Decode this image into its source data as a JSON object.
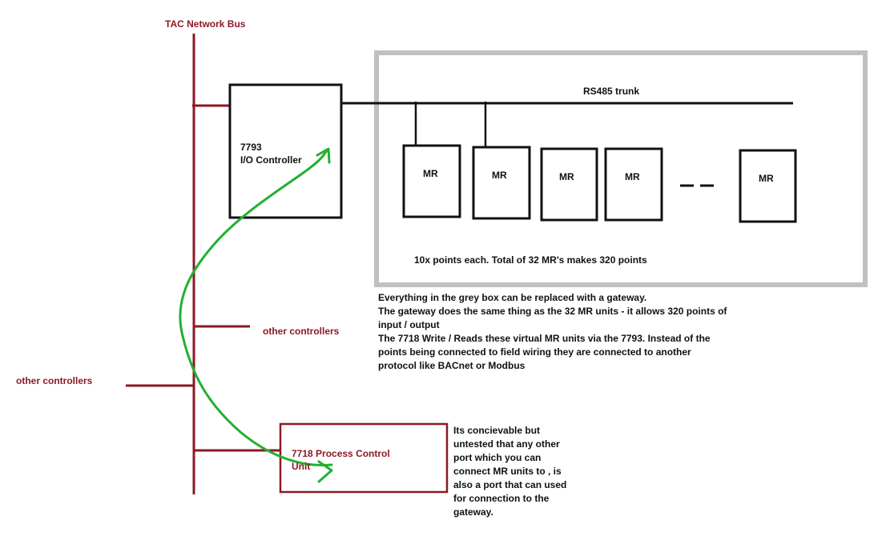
{
  "bus": {
    "title": "TAC Network  Bus"
  },
  "io_controller": {
    "line1": "7793",
    "line2": "I/O Controller"
  },
  "trunk": {
    "label": "RS485 trunk"
  },
  "mr_units": [
    "MR",
    "MR",
    "MR",
    "MR",
    "MR"
  ],
  "points_note": "10x points each. Total of 32 MR's makes 320 points",
  "other_controllers": [
    "other controllers",
    "other controllers"
  ],
  "process_unit": {
    "line1": "7718 Process Control",
    "line2": "Unit"
  },
  "gateway_note": [
    "Everything in the grey box can be replaced with a gateway.",
    "The gateway does the same thing as the 32 MR units - it allows 320 points of",
    "input / output",
    "The 7718 Write / Reads these virtual MR units via the 7793. Instead of the",
    "points being connected to field wiring they are connected to another",
    "protocol like BACnet or Modbus"
  ],
  "port_note": [
    "Its concievable but",
    "untested that any other",
    "port which you can",
    "connect MR units to , is",
    "also a port that can used",
    "for connection to the",
    "gateway."
  ],
  "colors": {
    "bus": "#8b1a24",
    "wire": "#111111",
    "grey_box": "#c0c0c0",
    "arrow": "#22b033"
  }
}
